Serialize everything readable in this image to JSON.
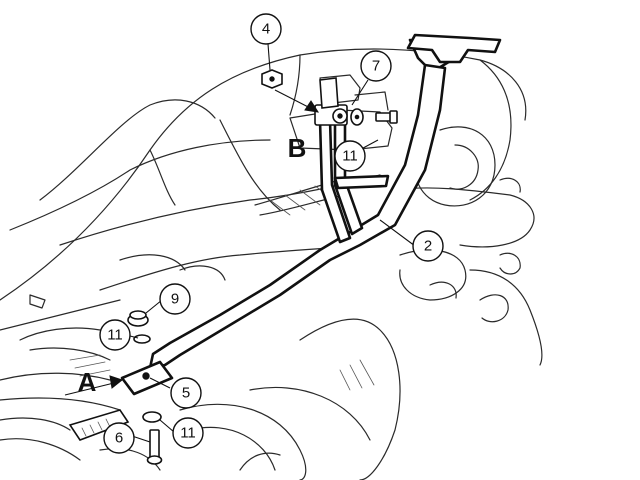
{
  "callouts": {
    "c4": "4",
    "c7": "7",
    "c11_top": "11",
    "c2": "2",
    "c9": "9",
    "c11_left": "11",
    "c5": "5",
    "c6": "6",
    "c11_bottom": "11"
  },
  "labels": {
    "mount_a": "A",
    "mount_b": "B"
  }
}
